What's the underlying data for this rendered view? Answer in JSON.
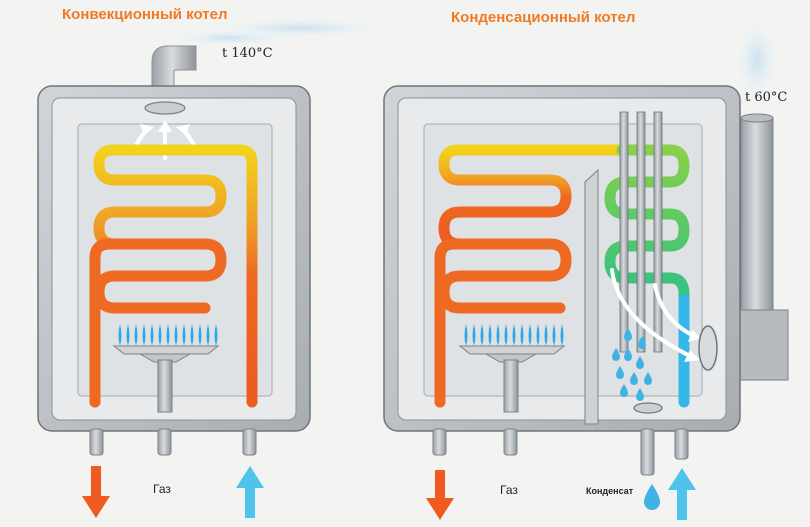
{
  "left_boiler": {
    "title": "Конвекционный котел",
    "exhaust_temp": "t 140°C",
    "gas_label": "Газ"
  },
  "right_boiler": {
    "title": "Конденсационный котел",
    "exhaust_temp": "t 60°C",
    "gas_label": "Газ",
    "condensate_label": "Конденсат"
  },
  "colors": {
    "title": "#f07a24",
    "hot": "#ee6a22",
    "warm": "#f0d21f",
    "cold": "#35b8e8",
    "cool_green": "#3cc47a",
    "flame": "#2ea8e6",
    "casing": "#b9bdc2",
    "casing_inner": "#e4e7ea"
  }
}
